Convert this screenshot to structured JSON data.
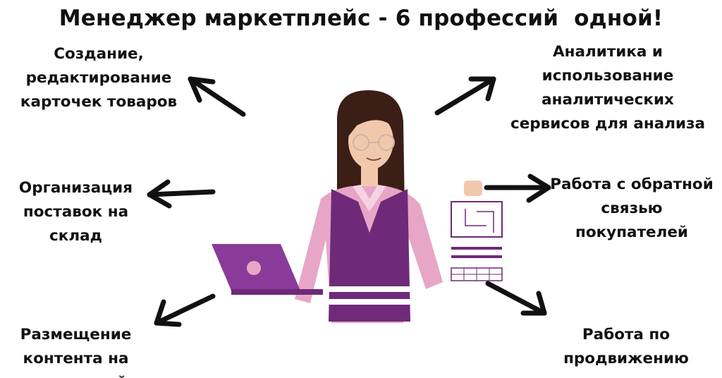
{
  "title": "Менеджер маркетплейс - 6 профессий  одной!",
  "professions": {
    "create_cards": "Создание,\nредактирование\nкарточек товаров",
    "supply": "Организация\nпоставок на\nсклад",
    "content": "Размещение\nконтента на\nплощадкой",
    "analytics": "Аналитика и\nиспользование\nаналитических\nсервисов для анализа",
    "feedback": "Работа с обратной\nсвязью\nпокупателей",
    "promotion": "Работа по\nпродвижению"
  },
  "colors": {
    "vest": "#6e2a78",
    "shirt": "#e7a6c6",
    "skin": "#f2c8ad",
    "hair": "#3b1f17",
    "laptop": "#8a3b9a",
    "text": "#111111"
  }
}
